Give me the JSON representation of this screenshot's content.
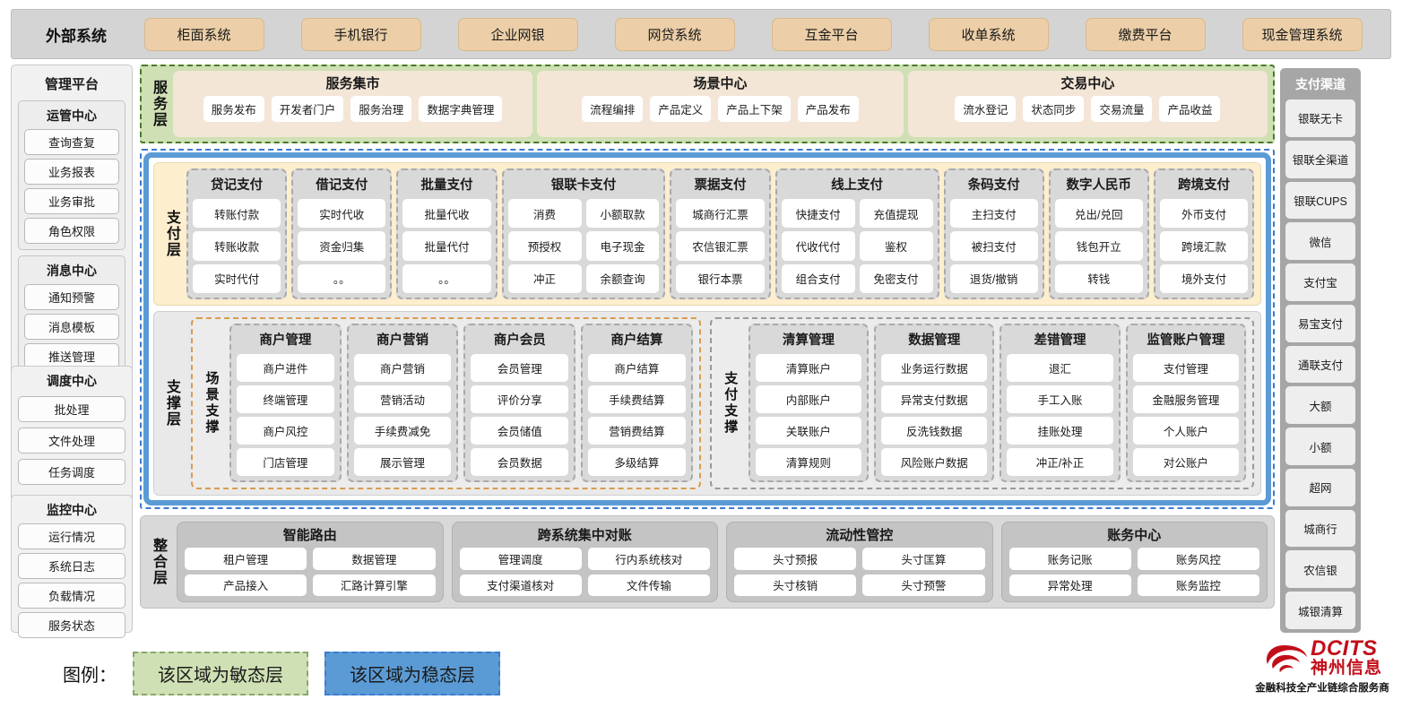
{
  "external": {
    "title": "外部系统",
    "items": [
      "柜面系统",
      "手机银行",
      "企业网银",
      "网贷系统",
      "互金平台",
      "收单系统",
      "缴费平台",
      "现金管理系统"
    ]
  },
  "admin_platform": {
    "title": "管理平台",
    "groups": [
      {
        "title": "运管中心",
        "items": [
          "查询查复",
          "业务报表",
          "业务审批",
          "角色权限"
        ]
      },
      {
        "title": "消息中心",
        "items": [
          "通知预警",
          "消息模板",
          "推送管理"
        ]
      }
    ],
    "standalone_groups": [
      {
        "title": "调度中心",
        "items": [
          "批处理",
          "文件处理",
          "任务调度"
        ]
      },
      {
        "title": "监控中心",
        "items": [
          "运行情况",
          "系统日志",
          "负载情况",
          "服务状态"
        ]
      }
    ]
  },
  "payment_channels": {
    "title": "支付渠道",
    "items": [
      "银联无卡",
      "银联全渠道",
      "银联CUPS",
      "微信",
      "支付宝",
      "易宝支付",
      "通联支付",
      "大额",
      "小额",
      "超网",
      "城商行",
      "农信银",
      "城银清算"
    ]
  },
  "service_layer": {
    "label": "服务层",
    "boxes": [
      {
        "title": "服务集市",
        "items": [
          "服务发布",
          "开发者门户",
          "服务治理",
          "数据字典管理"
        ]
      },
      {
        "title": "场景中心",
        "items": [
          "流程编排",
          "产品定义",
          "产品上下架",
          "产品发布"
        ]
      },
      {
        "title": "交易中心",
        "items": [
          "流水登记",
          "状态同步",
          "交易流量",
          "产品收益"
        ]
      }
    ]
  },
  "payment_layer": {
    "label": "支付层",
    "columns": [
      {
        "title": "贷记支付",
        "rows": [
          [
            "转账付款"
          ],
          [
            "转账收款"
          ],
          [
            "实时代付"
          ]
        ]
      },
      {
        "title": "借记支付",
        "rows": [
          [
            "实时代收"
          ],
          [
            "资金归集"
          ],
          [
            "。。"
          ]
        ]
      },
      {
        "title": "批量支付",
        "rows": [
          [
            "批量代收"
          ],
          [
            "批量代付"
          ],
          [
            "。。"
          ]
        ]
      },
      {
        "title": "银联卡支付",
        "wide": true,
        "rows": [
          [
            "消费",
            "小额取款"
          ],
          [
            "预授权",
            "电子现金"
          ],
          [
            "冲正",
            "余额查询"
          ]
        ]
      },
      {
        "title": "票据支付",
        "rows": [
          [
            "城商行汇票"
          ],
          [
            "农信银汇票"
          ],
          [
            "银行本票"
          ]
        ]
      },
      {
        "title": "线上支付",
        "wide": true,
        "rows": [
          [
            "快捷支付",
            "充值提现"
          ],
          [
            "代收代付",
            "鉴权"
          ],
          [
            "组合支付",
            "免密支付"
          ]
        ]
      },
      {
        "title": "条码支付",
        "rows": [
          [
            "主扫支付"
          ],
          [
            "被扫支付"
          ],
          [
            "退货/撤销"
          ]
        ]
      },
      {
        "title": "数字人民币",
        "rows": [
          [
            "兑出/兑回"
          ],
          [
            "钱包开立"
          ],
          [
            "转钱"
          ]
        ]
      },
      {
        "title": "跨境支付",
        "rows": [
          [
            "外币支付"
          ],
          [
            "跨境汇款"
          ],
          [
            "境外支付"
          ]
        ]
      }
    ]
  },
  "support_layer": {
    "label": "支撑层",
    "groups": [
      {
        "label": "场景支撑",
        "columns": [
          {
            "title": "商户管理",
            "items": [
              "商户进件",
              "终端管理",
              "商户风控",
              "门店管理"
            ]
          },
          {
            "title": "商户营销",
            "items": [
              "商户营销",
              "营销活动",
              "手续费减免",
              "展示管理"
            ]
          },
          {
            "title": "商户会员",
            "items": [
              "会员管理",
              "评价分享",
              "会员储值",
              "会员数据"
            ]
          },
          {
            "title": "商户结算",
            "items": [
              "商户结算",
              "手续费结算",
              "营销费结算",
              "多级结算"
            ]
          }
        ]
      },
      {
        "label": "支付支撑",
        "columns": [
          {
            "title": "清算管理",
            "items": [
              "清算账户",
              "内部账户",
              "关联账户",
              "清算规则"
            ]
          },
          {
            "title": "数据管理",
            "items": [
              "业务运行数据",
              "异常支付数据",
              "反洗钱数据",
              "风险账户数据"
            ]
          },
          {
            "title": "差错管理",
            "items": [
              "退汇",
              "手工入账",
              "挂账处理",
              "冲正/补正"
            ]
          },
          {
            "title": "监管账户管理",
            "items": [
              "支付管理",
              "金融服务管理",
              "个人账户",
              "对公账户"
            ]
          }
        ]
      }
    ]
  },
  "integration_layer": {
    "label": "整合层",
    "boxes": [
      {
        "title": "智能路由",
        "rows": [
          [
            "租户管理",
            "数据管理"
          ],
          [
            "产品接入",
            "汇路计算引擎"
          ]
        ]
      },
      {
        "title": "跨系统集中对账",
        "rows": [
          [
            "管理调度",
            "行内系统核对"
          ],
          [
            "支付渠道核对",
            "文件传输"
          ]
        ]
      },
      {
        "title": "流动性管控",
        "rows": [
          [
            "头寸预报",
            "头寸匡算"
          ],
          [
            "头寸核销",
            "头寸预警"
          ]
        ]
      },
      {
        "title": "账务中心",
        "rows": [
          [
            "账务记账",
            "账务风控"
          ],
          [
            "异常处理",
            "账务监控"
          ]
        ]
      }
    ]
  },
  "legend": {
    "label": "图例：",
    "agile": "该区域为敏态层",
    "stable": "该区域为稳态层",
    "agile_color": "#cfe0b4",
    "stable_color": "#5b9bd5"
  },
  "logo": {
    "brand": "DCITS",
    "brand_cn": "神州信息",
    "tagline": "金融科技全产业链综合服务商",
    "color": "#c20e1a"
  }
}
